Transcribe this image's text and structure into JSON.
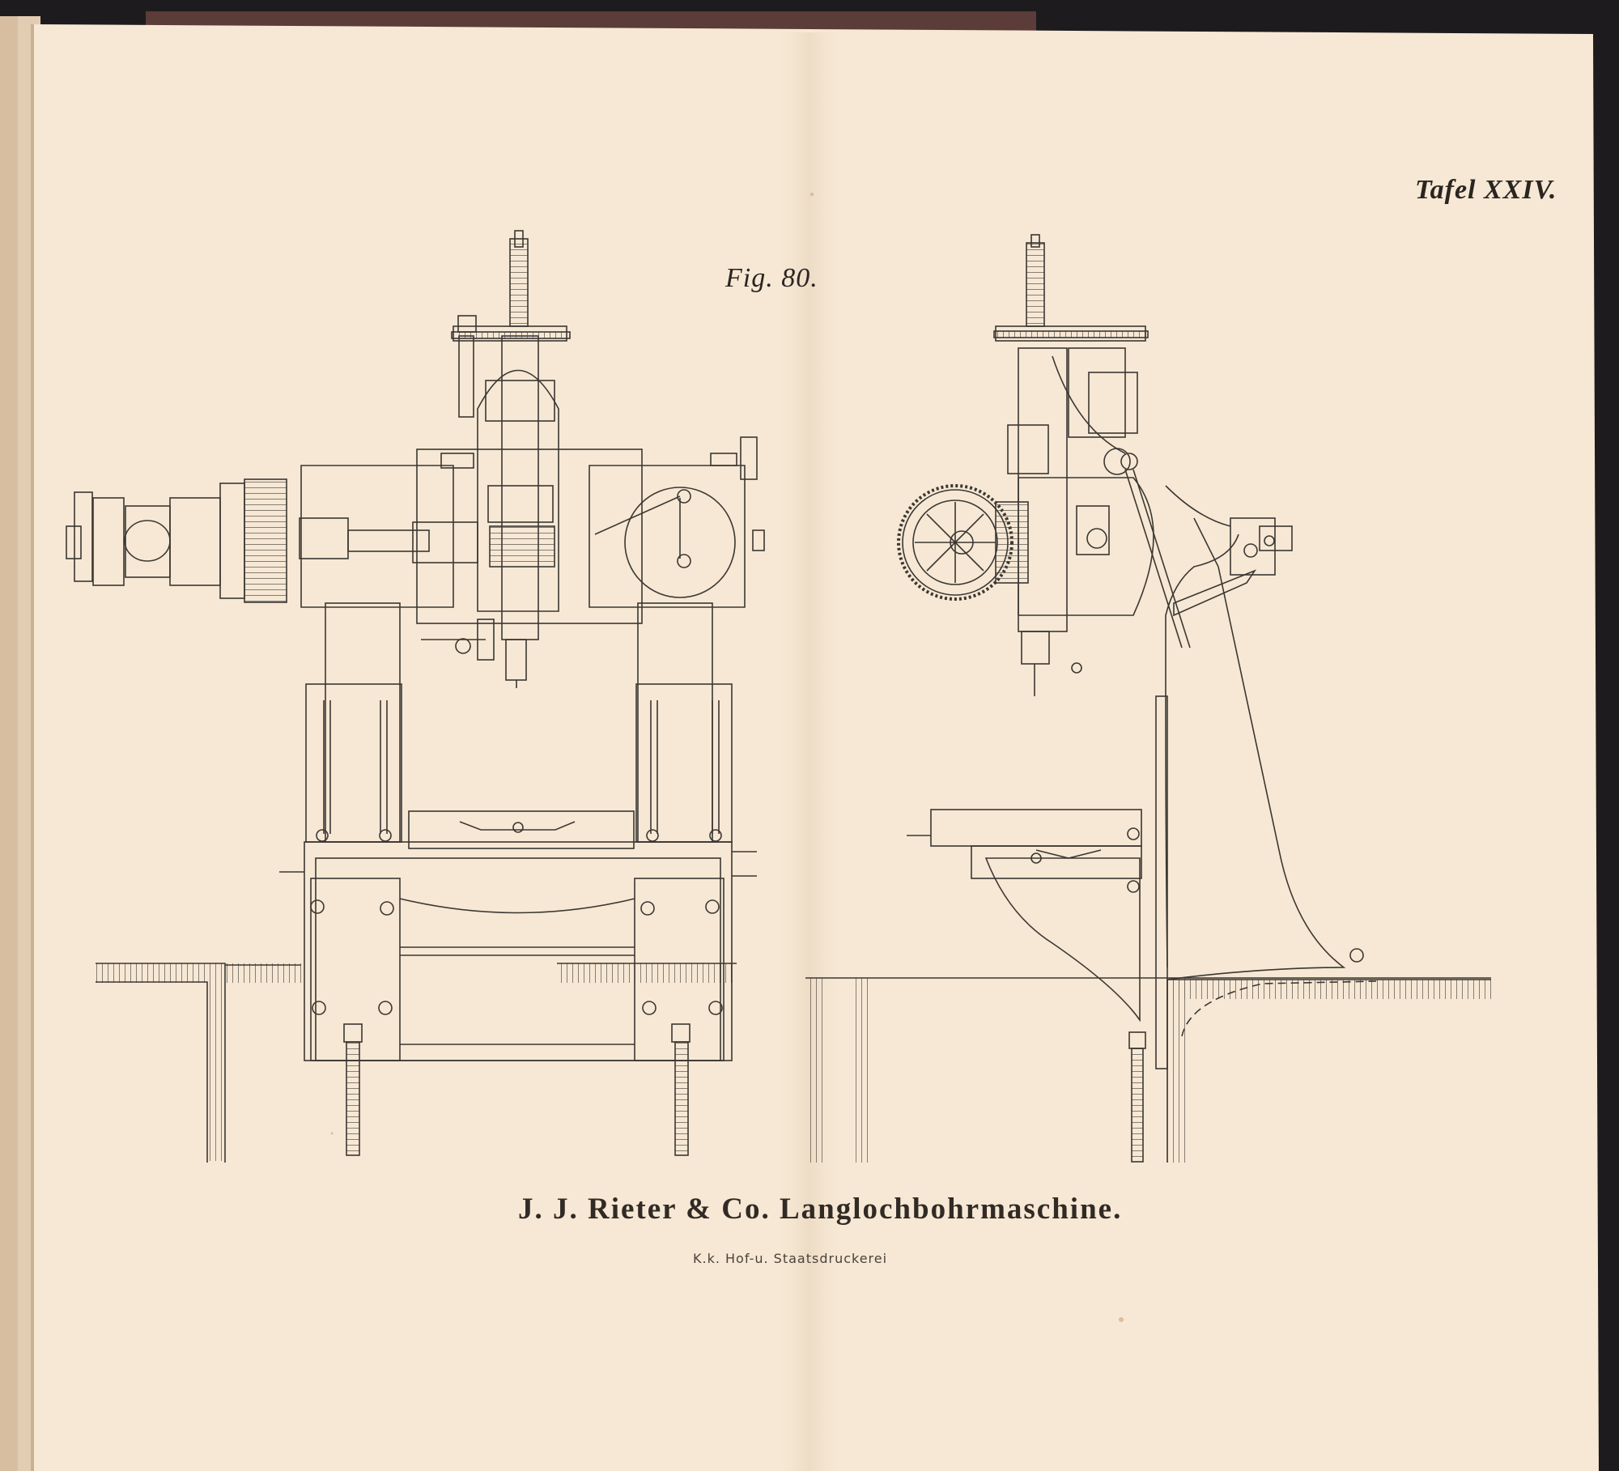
{
  "plate": {
    "plate_number": "Tafel XXIV.",
    "figure_number": "Fig. 80.",
    "caption": "J. J. Rieter & Co. Langlochbohrmaschine.",
    "printer": "K.k. Hof-u. Staatsdruckerei"
  },
  "colors": {
    "paper": "#f6e8d4",
    "ink": "#3b3733",
    "binding": "#1d1b1e"
  }
}
